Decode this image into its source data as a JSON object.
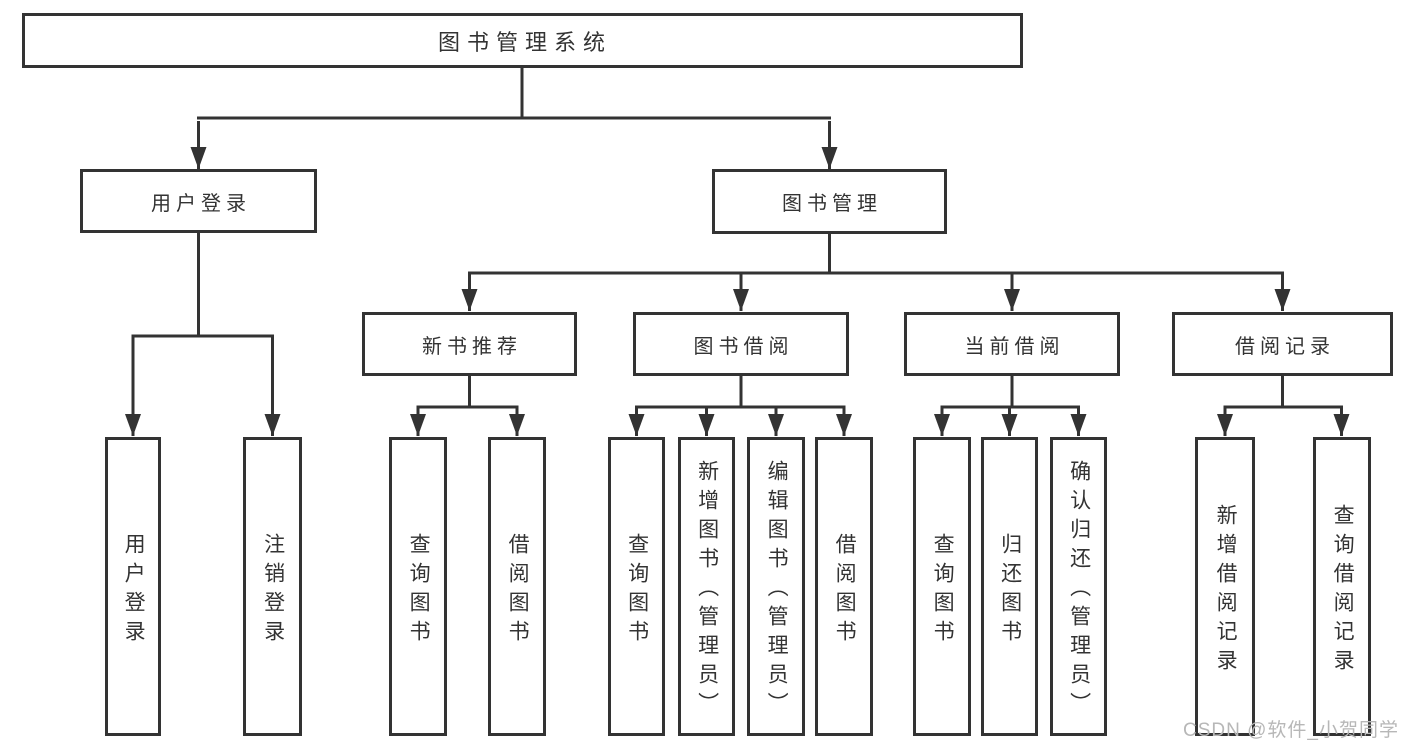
{
  "colors": {
    "line": "#333333",
    "border": "#333333",
    "text": "#333333",
    "background": "#ffffff",
    "watermark": "#b7b7b7"
  },
  "tree": {
    "root": {
      "label": "图书管理系统"
    },
    "branches": [
      {
        "label": "用户登录",
        "children": [
          {
            "label": "用户登录"
          },
          {
            "label": "注销登录"
          }
        ]
      },
      {
        "label": "图书管理",
        "children": [
          {
            "label": "新书推荐",
            "children": [
              {
                "label": "查询图书"
              },
              {
                "label": "借阅图书"
              }
            ]
          },
          {
            "label": "图书借阅",
            "children": [
              {
                "label": "查询图书"
              },
              {
                "label": "新增图书（管理员）"
              },
              {
                "label": "编辑图书（管理员）"
              },
              {
                "label": "借阅图书"
              }
            ]
          },
          {
            "label": "当前借阅",
            "children": [
              {
                "label": "查询图书"
              },
              {
                "label": "归还图书"
              },
              {
                "label": "确认归还（管理员）"
              }
            ]
          },
          {
            "label": "借阅记录",
            "children": [
              {
                "label": "新增借阅记录"
              },
              {
                "label": "查询借阅记录"
              }
            ]
          }
        ]
      }
    ]
  },
  "watermark": {
    "text": "CSDN @软件_小贺同学"
  }
}
